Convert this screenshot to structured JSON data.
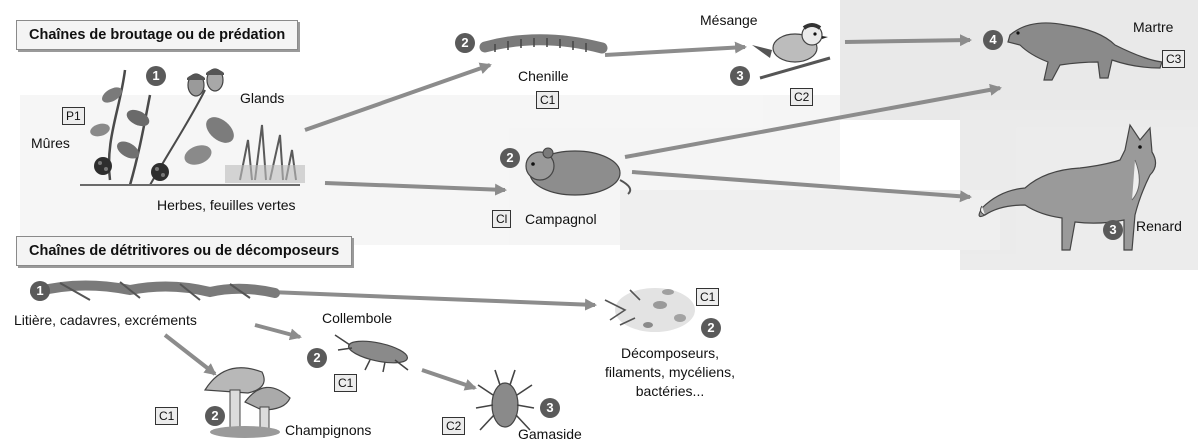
{
  "headers": {
    "grazing": "Chaînes de broutage ou de prédation",
    "detritus": "Chaînes de détritivores ou de décomposeurs"
  },
  "organisms": {
    "mures": {
      "name": "Mûres"
    },
    "glands": {
      "name": "Glands",
      "level_num": "1",
      "level_code": "P1"
    },
    "herbes": {
      "name": "Herbes, feuilles vertes"
    },
    "chenille": {
      "name": "Chenille",
      "level_num": "2",
      "level_code": "C1"
    },
    "mesange": {
      "name": "Mésange",
      "level_num": "3",
      "level_code": "C2"
    },
    "martre": {
      "name": "Martre",
      "level_num": "4",
      "level_code": "C3"
    },
    "campagnol": {
      "name": "Campagnol",
      "level_num": "2",
      "level_code": "Cl"
    },
    "renard": {
      "name": "Renard",
      "level_num": "3"
    },
    "litiere": {
      "name": "Litière, cadavres, excréments",
      "level_num": "1"
    },
    "collembole": {
      "name": "Collembole",
      "level_num": "2",
      "level_code": "C1"
    },
    "champignons": {
      "name": "Champignons",
      "level_num": "2",
      "level_code": "C1"
    },
    "gamaside": {
      "name": "Gamaside",
      "level_num": "3",
      "level_code": "C2"
    },
    "decomposeurs": {
      "name_line1": "Décomposeurs,",
      "name_line2": "filaments, mycéliens,",
      "name_line3": "bactéries...",
      "level_num": "2",
      "level_code": "C1"
    }
  },
  "colors": {
    "arrow": "#8c8c8c",
    "number_badge": "#5a5a5a",
    "code_box_bg": "#ececec",
    "faded_background": "#d8d8d8"
  }
}
